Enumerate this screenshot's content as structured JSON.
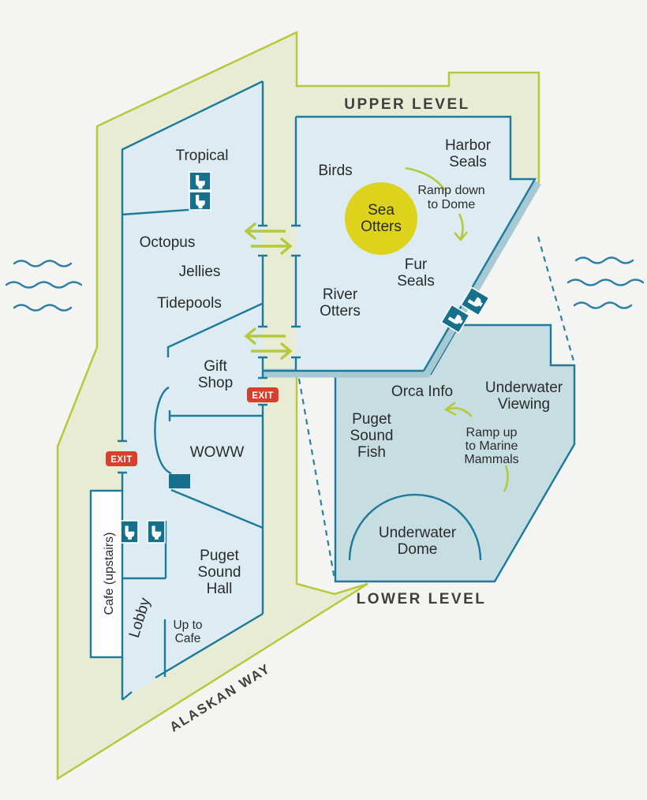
{
  "levels": {
    "upper": "UPPER LEVEL",
    "lower": "LOWER LEVEL"
  },
  "street": "ALASKAN WAY",
  "upper_level": {
    "birds": "Birds",
    "sea_otters": [
      "Sea",
      "Otters"
    ],
    "harbor_seals": [
      "Harbor",
      "Seals"
    ],
    "ramp_down_note": [
      "Ramp down",
      "to Dome"
    ],
    "fur_seals": [
      "Fur",
      "Seals"
    ],
    "river_otters": [
      "River",
      "Otters"
    ]
  },
  "main_building": {
    "tropical": "Tropical",
    "octopus": "Octopus",
    "jellies": "Jellies",
    "tidepools": "Tidepools",
    "gift_shop": [
      "Gift",
      "Shop"
    ],
    "woww": "WOWW",
    "puget_sound_hall": [
      "Puget",
      "Sound",
      "Hall"
    ],
    "lobby": "Lobby",
    "up_to_cafe": [
      "Up to",
      "Cafe"
    ],
    "cafe": "Cafe (upstairs)"
  },
  "lower_level": {
    "orca_info": "Orca Info",
    "underwater_viewing": [
      "Underwater",
      "Viewing"
    ],
    "puget_sound_fish": [
      "Puget",
      "Sound",
      "Fish"
    ],
    "ramp_up_note": [
      "Ramp up",
      "to Marine",
      "Mammals"
    ],
    "underwater_dome": [
      "Underwater",
      "Dome"
    ]
  },
  "badges": {
    "exit": "EXIT"
  },
  "icons": {
    "restroom": "toilet-silhouette",
    "elevator_block": "solid-teal-block",
    "waves": "water-waves",
    "two_way_arrows": "double-green-arrows",
    "ramp_arrow": "curved-green-arrow"
  },
  "colors": {
    "paper": "#f4f4f3",
    "site": "#e9ecd5",
    "siteline": "#b5c93b",
    "bldg": "#ddecf2",
    "lower": "#c6dde2",
    "wall": "#1d7a9b",
    "shadow": "#a7c9d4",
    "icon": "#16708c",
    "circle": "#ddd31d",
    "exit": "#d8402e",
    "arrow": "#b5c93b",
    "wave": "#2e80a2",
    "ink": "#2b2b2b",
    "ink2": "#3f3f3f",
    "cafe_fill": "#fdfdfd"
  }
}
